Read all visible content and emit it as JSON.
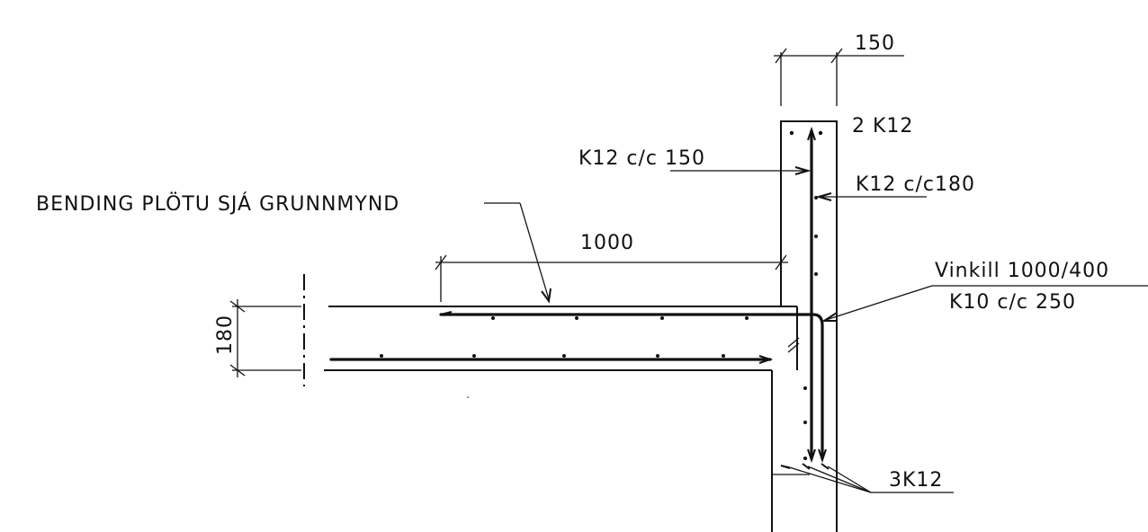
{
  "labels": {
    "wall_width": "150",
    "top_bars": "2 K12",
    "wall_bar_left": "K12 c/c 150",
    "wall_bar_right": "K12 c/c180",
    "slab_note": "BENDING PLÖTU SJÁ GRUNNMYND",
    "slab_length": "1000",
    "angle_top": "Vinkill 1000/400",
    "angle_bottom": "K10 c/c 250",
    "slab_thickness": "180",
    "bottom_bars": "3K12"
  }
}
